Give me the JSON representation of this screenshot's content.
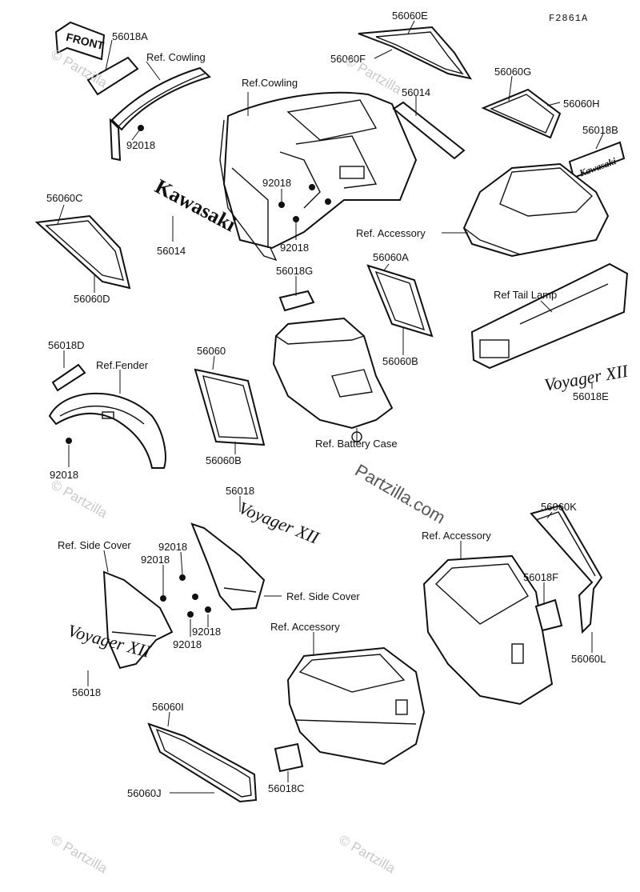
{
  "diagram": {
    "figure_code": "F2861A",
    "front_badge": "FRONT",
    "labels": {
      "p56018A": "56018A",
      "ref_cowling_1": "Ref. Cowling",
      "p92018_a": "92018",
      "p56060E": "56060E",
      "p56060F": "56060F",
      "ref_cowling_2": "Ref.Cowling",
      "p56014_a": "56014",
      "p56060G": "56060G",
      "p56060H": "56060H",
      "p56018B": "56018B",
      "p56060C": "56060C",
      "p56060D": "56060D",
      "p56014_b": "56014",
      "p92018_b": "92018",
      "p92018_c": "92018",
      "ref_accessory_1": "Ref. Accessory",
      "p56018G": "56018G",
      "p56060A": "56060A",
      "p56060B": "56060B",
      "ref_tail_lamp": "Ref  Tail Lamp",
      "p56018D": "56018D",
      "ref_fender": "Ref.Fender",
      "p56060": "56060",
      "p56060B_2": "56060B",
      "ref_battery_case": "Ref. Battery Case",
      "p56018E": "56018E",
      "p92018_d": "92018",
      "p56018": "56018",
      "p56060K": "56060K",
      "ref_accessory_2": "Ref. Accessory",
      "ref_side_cover_1": "Ref. Side Cover",
      "p92018_e": "92018",
      "p92018_f": "92018",
      "ref_side_cover_2": "Ref. Side Cover",
      "p56018F": "56018F",
      "ref_accessory_3": "Ref. Accessory",
      "p92018_g": "92018",
      "p92018_h": "92018",
      "p56060L": "56060L",
      "p56018_2": "56018",
      "p56060I": "56060I",
      "p56060J": "56060J",
      "p56018C": "56018C"
    },
    "emblems": {
      "kawasaki_1": "Kawasaki",
      "kawasaki_2": "Kawasaki",
      "voyager_1": "Voyager XII",
      "voyager_2": "Voyager XII",
      "voyager_3": "Voyager XII"
    },
    "watermarks": {
      "brand_center": "Partzilla.com",
      "brand_repeat": "© Partzilla"
    }
  }
}
